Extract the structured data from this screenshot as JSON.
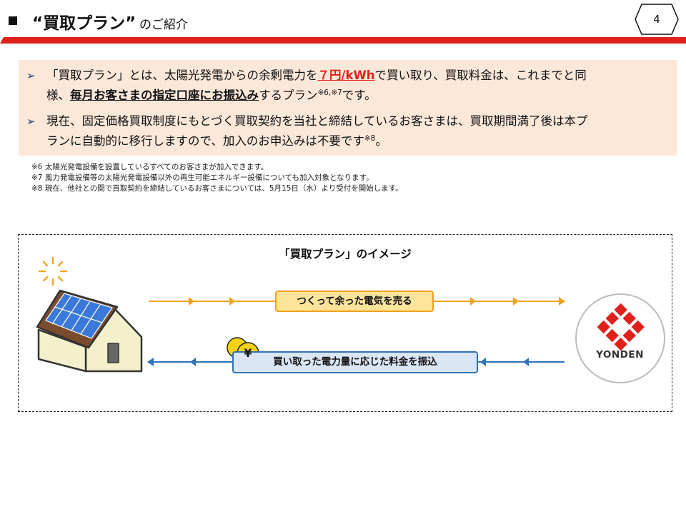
{
  "header": {
    "title_main": "“買取プラン”",
    "title_suffix": "のご紹介",
    "page_number": "4"
  },
  "summary": {
    "bullet1": {
      "part1": "「買取プラン」とは、太陽光発電からの余剰電力を",
      "rate": "７円/kWh",
      "part2": "で買い取り、買取料金は、これまでと同",
      "part3": "様、",
      "account": "毎月お客さまの指定口座にお振込み",
      "part4": "するプラン",
      "note": "※6,※7",
      "part5": "です。"
    },
    "bullet2": {
      "line1": "現在、固定価格買取制度にもとづく買取契約を当社と締結しているお客さまは、買取期間満了後は本プ",
      "line2": "ランに自動的に移行しますので、加入のお申込みは不要です",
      "note": "※8",
      "end": "。"
    }
  },
  "footnotes": [
    "※6 太陽光発電設備を設置しているすべてのお客さまが加入できます。",
    "※7 風力発電設備等の太陽光発電設備以外の再生可能エネルギー設備についても加入対象となります。",
    "※8 現在、他社との間で買取契約を締結しているお客さまについては、5月15日（水）より受付を開始します。"
  ],
  "diagram": {
    "title": "「買取プラン」のイメージ",
    "sell_label": "つくって余った電気を売る",
    "pay_label": "買い取った電力量に応じた料金を振込",
    "yen_symbol": "¥",
    "company_logo_text": "YONDEN"
  },
  "colors": {
    "accent_red": "#e0201b",
    "panel_bg": "#fbe8d9",
    "sell_arrow": "#f0a21e",
    "pay_arrow": "#2f73b8",
    "bullet_navy": "#1a3a7a"
  }
}
